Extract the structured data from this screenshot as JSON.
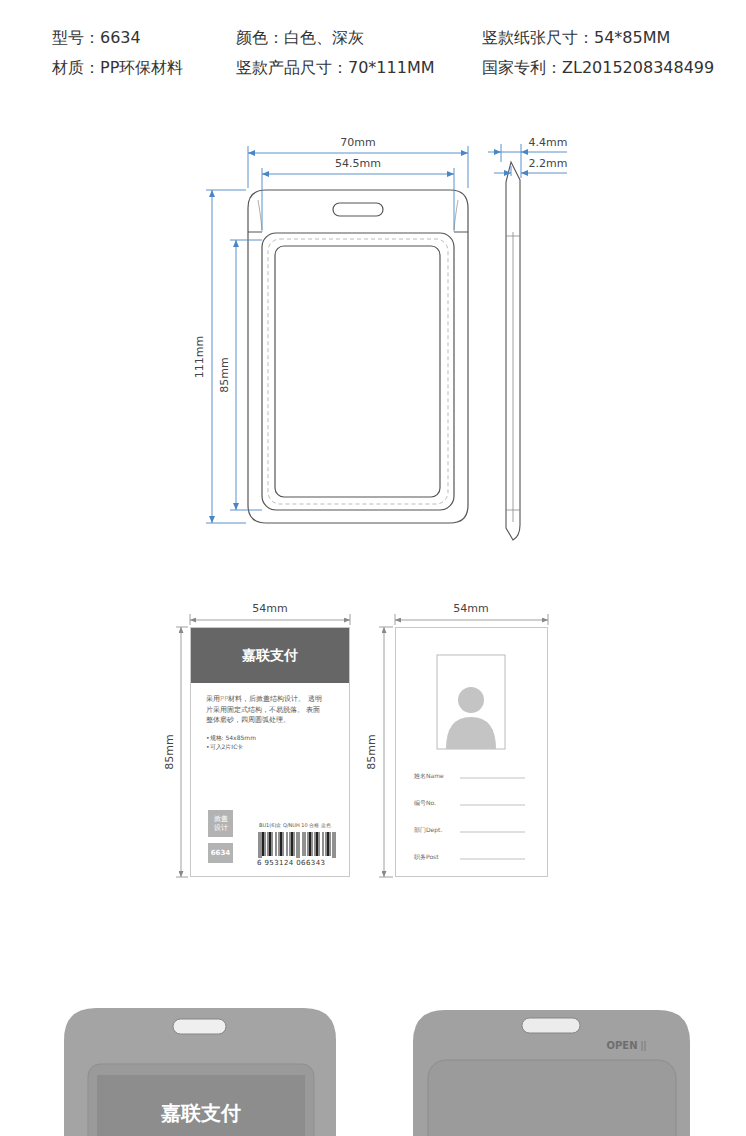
{
  "diagram": {
    "nodes": [
      {
        "text": [
          "采用PP材料，后掀盖结构设计。 透明片采用固定式结构，不易脱落。 表面整体磨砂，四周圆弧处理。",
          "•规格: 54x85mm",
          "•可入2片IC卡",
          "BU1(6)盒 Q/NUH 10 合格 蓝色",
          "6 953124 066343"
        ]
      },
      {
        "text": [
          "嘉联支付"
        ],
        "in": 0
      },
      {
        "text": [
          "掀盖设计"
        ],
        "in": 0
      },
      {
        "text": [
          "6634"
        ],
        "in": 0
      },
      {
        "text": [
          "姓名Name",
          "编号No.",
          "部门Dept.",
          "职务Post"
        ]
      },
      {
        "text": [
          "嘉联支付"
        ]
      }
    ],
    "labels": [
      "型号：6634",
      "颜色：白色、深灰",
      "竖款纸张尺寸：54*85MM",
      "材质：PP环保材料",
      "竖款产品尺寸：70*111MM",
      "国家专利：ZL2015208348499",
      "70mm",
      "54.5mm",
      "4.4mm",
      "2.2mm",
      "111mm",
      "85mm",
      "54mm",
      "85mm",
      "54mm",
      "85mm",
      "OPEN"
    ]
  }
}
